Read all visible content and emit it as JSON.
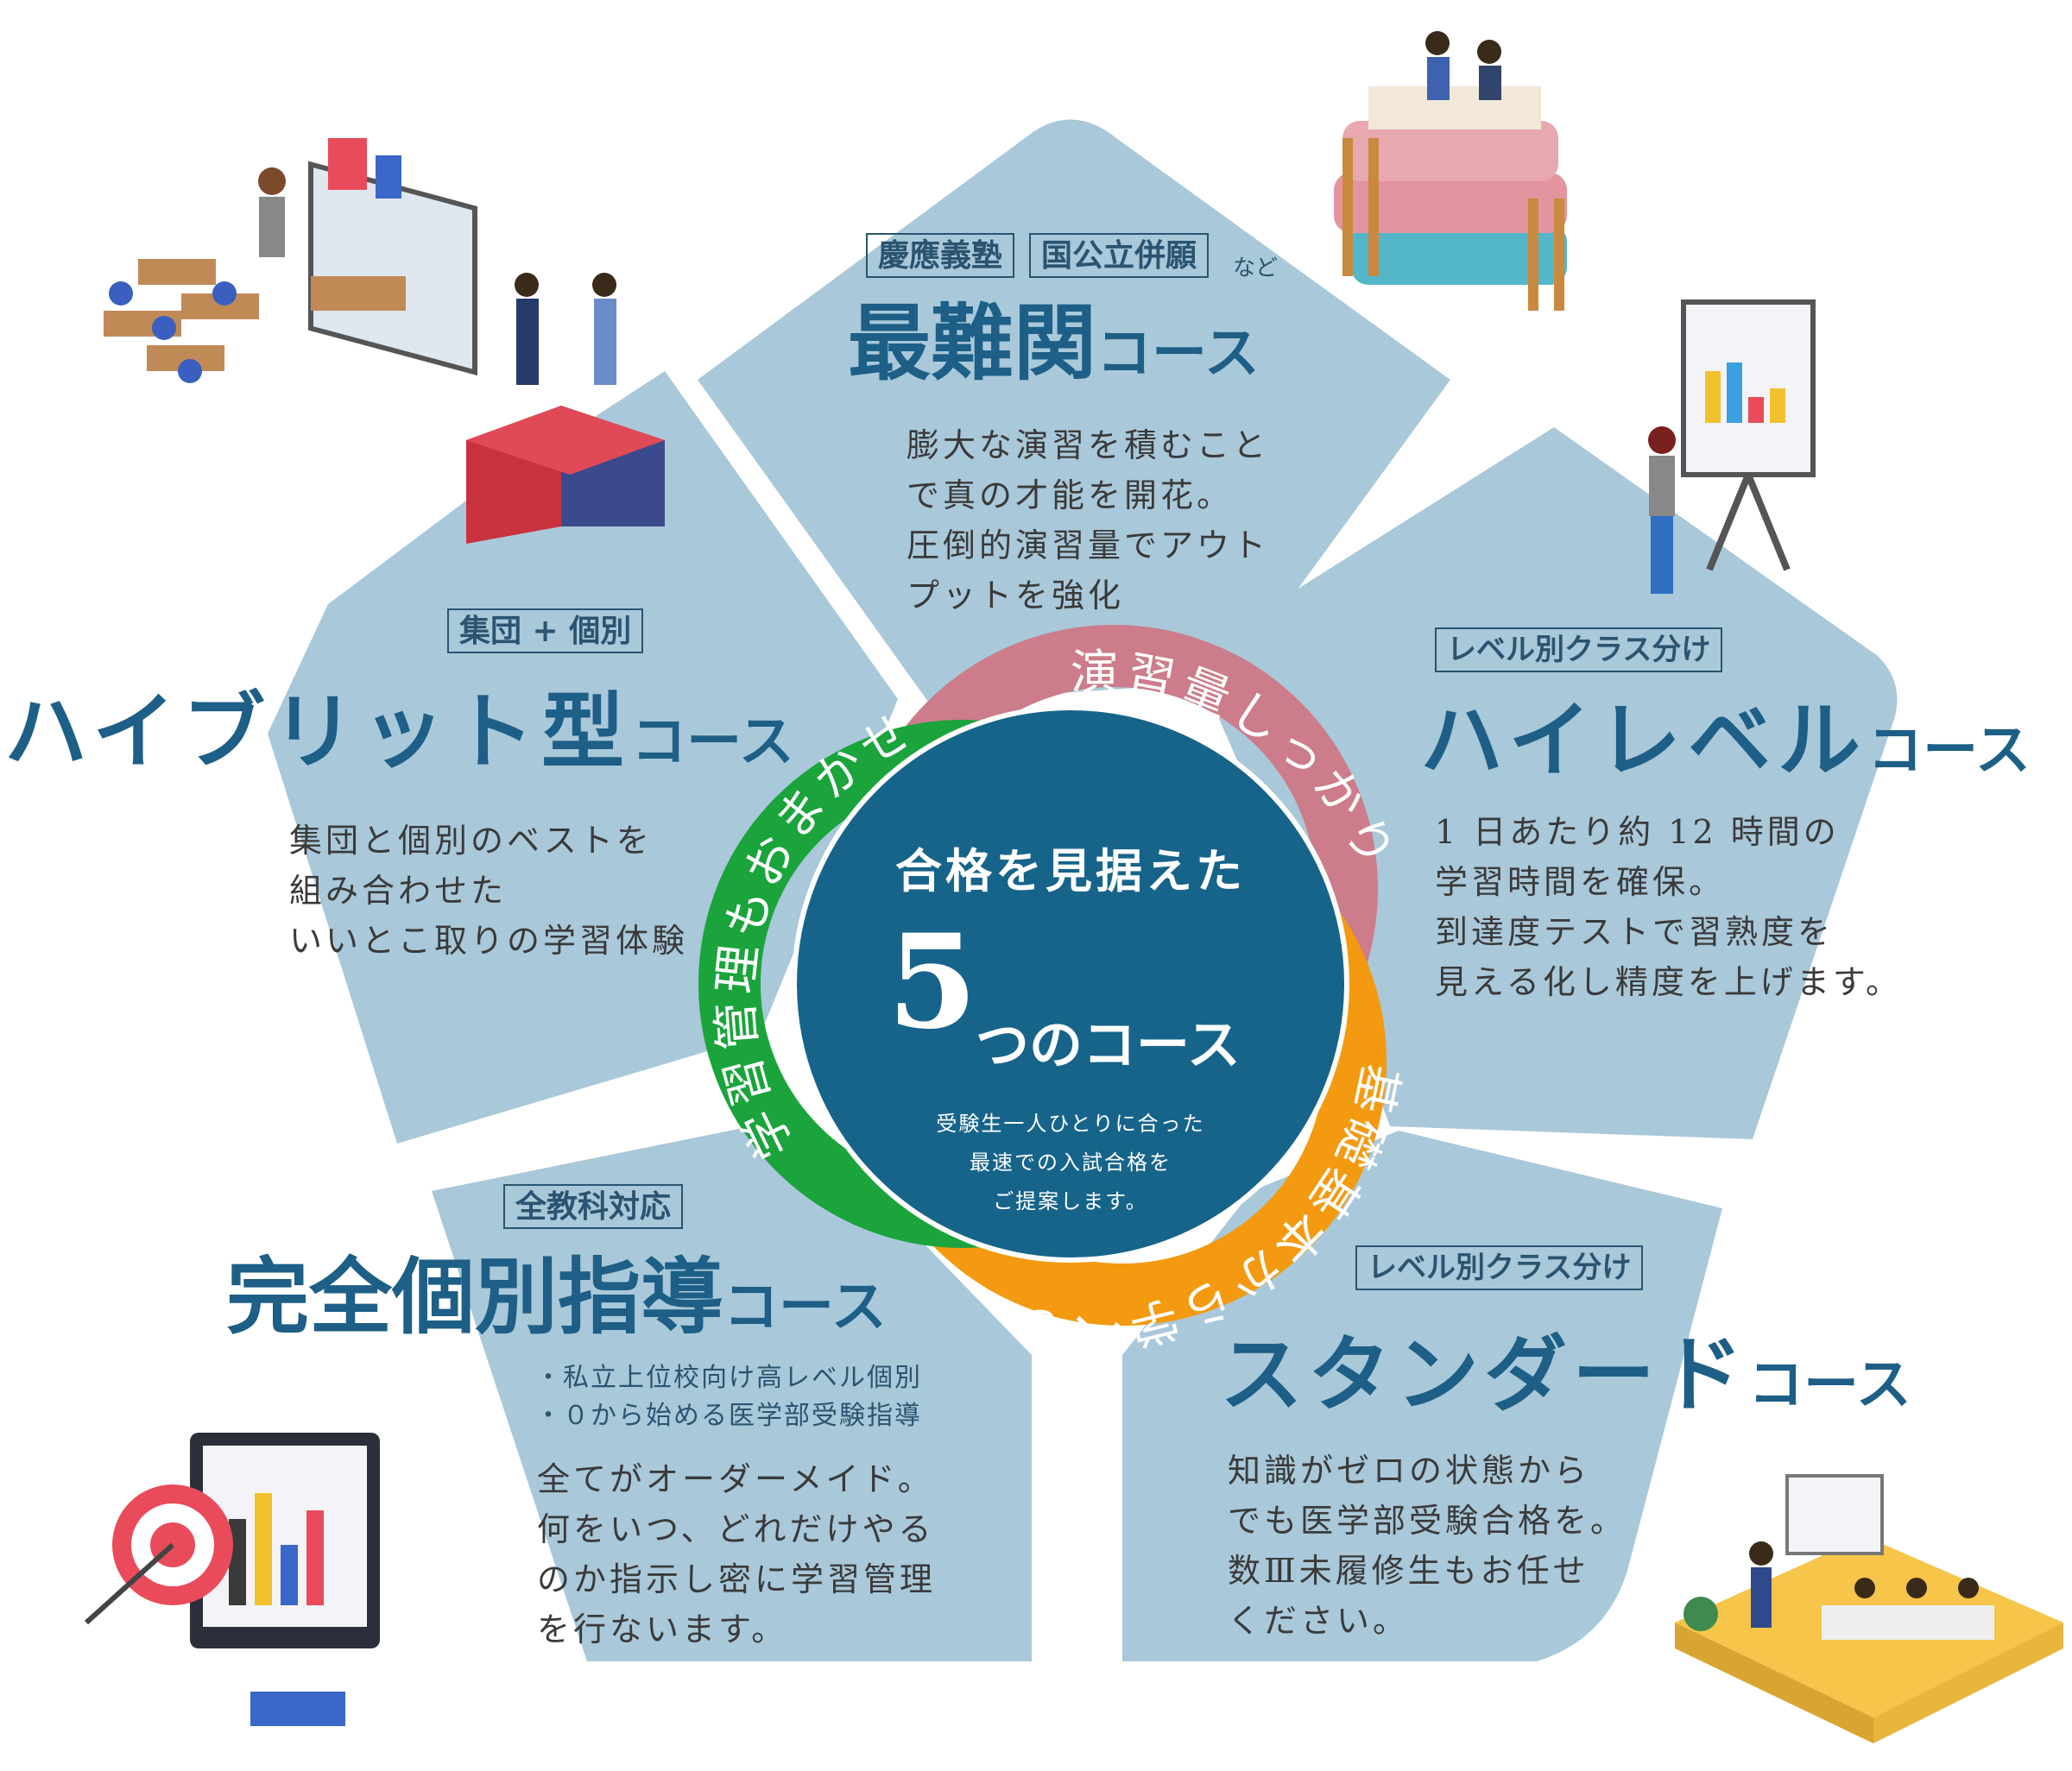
{
  "colors": {
    "pentagon": "#a9c8d9",
    "center_circle": "#17648b",
    "title_blue": "#1d5f86",
    "ring_green": "#1aa43b",
    "ring_pink": "#cc7c8a",
    "ring_orange": "#f39a10"
  },
  "center": {
    "line1": "合格を見据えた",
    "number": "5",
    "line2": "つのコース",
    "desc1": "受験生一人ひとりに合った",
    "desc2": "最速での入試合格を",
    "desc3": "ご提案します。"
  },
  "rings": {
    "green": "学習管理もおまかせ",
    "pink": "演習量しっかり",
    "orange": "基礎基本から学べる"
  },
  "courses": {
    "top": {
      "tag1": "慶應義塾",
      "tag2": "国公立併願",
      "tag_suffix": "など",
      "title_main": "最難関",
      "title_suffix": "コース",
      "text": "膨大な演習を積むこと\nで真の才能を開花。\n圧倒的演習量でアウト\nプットを強化"
    },
    "left": {
      "tag": "集団 + 個別",
      "title_main": "ハイブリット型",
      "title_suffix": "コース",
      "text": "集団と個別のベストを\n組み合わせた\nいいとこ取りの学習体験"
    },
    "right": {
      "tag": "レベル別クラス分け",
      "title_main": "ハイレベル",
      "title_suffix": "コース",
      "text": "1 日あたり約 12 時間の\n学習時間を確保。\n到達度テストで習熟度を\n見える化し精度を上げます。"
    },
    "bottom_left": {
      "tag": "全教科対応",
      "title_main": "完全個別指導",
      "title_suffix": "コース",
      "bullets": "・私立上位校向け高レベル個別\n・０から始める医学部受験指導",
      "text": "全てがオーダーメイド。\n何をいつ、どれだけやる\nのか指示し密に学習管理\nを行ないます。"
    },
    "bottom_right": {
      "tag": "レベル別クラス分け",
      "title_main": "スタンダード",
      "title_suffix": "コース",
      "text": "知識がゼロの状態から\nでも医学部受験合格を。\n数Ⅲ未履修生もお任せ\nください。"
    }
  },
  "illustrations": [
    "classroom-presentation-illustration",
    "handshake-puzzle-illustration",
    "books-study-illustration",
    "presentation-board-illustration",
    "target-monitor-illustration",
    "office-meeting-illustration"
  ]
}
